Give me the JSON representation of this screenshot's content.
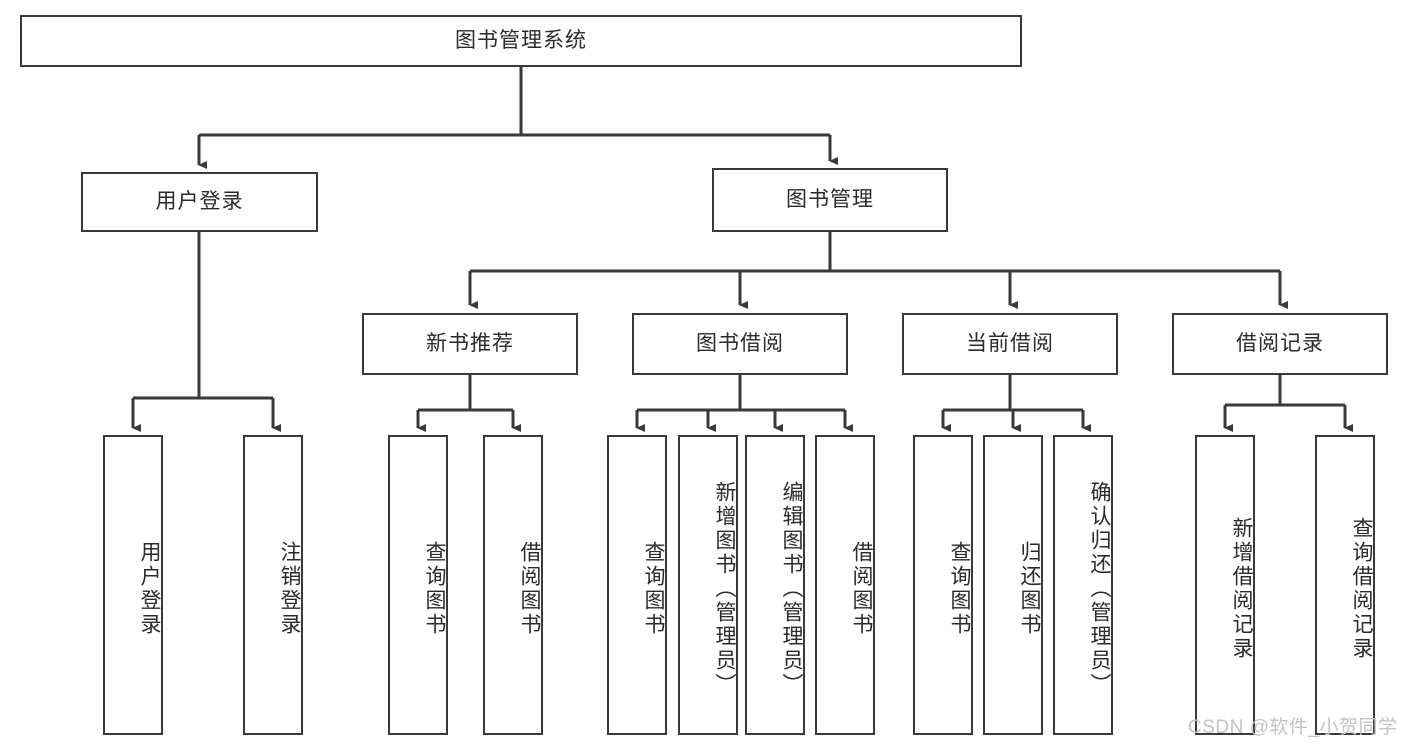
{
  "diagram": {
    "type": "hierarchy-tree",
    "title": "图书管理系统",
    "root": {
      "id": "root",
      "label": "图书管理系统"
    },
    "level1": [
      {
        "id": "user-login",
        "label": "用户登录"
      },
      {
        "id": "book-management",
        "label": "图书管理"
      }
    ],
    "level2": [
      {
        "id": "new-book-recommend",
        "label": "新书推荐",
        "parent": "book-management"
      },
      {
        "id": "book-borrow",
        "label": "图书借阅",
        "parent": "book-management"
      },
      {
        "id": "current-borrow",
        "label": "当前借阅",
        "parent": "book-management"
      },
      {
        "id": "borrow-record",
        "label": "借阅记录",
        "parent": "book-management"
      }
    ],
    "leaves": [
      {
        "id": "leaf-user-login",
        "label": "用户登录",
        "parent": "user-login"
      },
      {
        "id": "leaf-logout-login",
        "label": "注销登录",
        "parent": "user-login"
      },
      {
        "id": "leaf-query-book-1",
        "label": "查询图书",
        "parent": "new-book-recommend"
      },
      {
        "id": "leaf-borrow-book-1",
        "label": "借阅图书",
        "parent": "new-book-recommend"
      },
      {
        "id": "leaf-query-book-2",
        "label": "查询图书",
        "parent": "book-borrow"
      },
      {
        "id": "leaf-add-book",
        "label": "新增图书（管理员）",
        "parent": "book-borrow"
      },
      {
        "id": "leaf-edit-book",
        "label": "编辑图书（管理员）",
        "parent": "book-borrow"
      },
      {
        "id": "leaf-borrow-book-2",
        "label": "借阅图书",
        "parent": "book-borrow"
      },
      {
        "id": "leaf-query-book-3",
        "label": "查询图书",
        "parent": "current-borrow"
      },
      {
        "id": "leaf-return-book",
        "label": "归还图书",
        "parent": "current-borrow"
      },
      {
        "id": "leaf-confirm-return",
        "label": "确认归还（管理员）",
        "parent": "current-borrow"
      },
      {
        "id": "leaf-add-borrow-record",
        "label": "新增借阅记录",
        "parent": "borrow-record"
      },
      {
        "id": "leaf-query-borrow-record",
        "label": "查询借阅记录",
        "parent": "borrow-record"
      }
    ],
    "colors": {
      "stroke": "#3a3a3a",
      "fill": "#ffffff",
      "text": "#2b2b2b",
      "watermark": "#c3c3c3"
    }
  },
  "watermark": {
    "text": "CSDN @软件_小贺同学"
  }
}
